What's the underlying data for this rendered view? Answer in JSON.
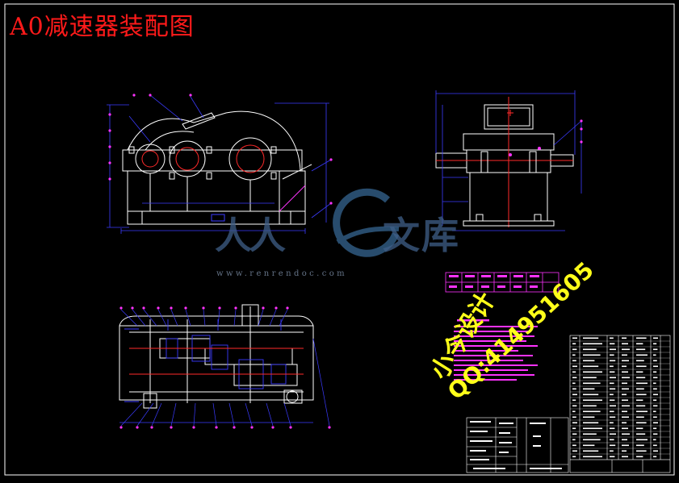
{
  "title": "A0减速器装配图",
  "watermark": {
    "left_chars": "人人",
    "right_chars": "文库",
    "site": "www.renrendoc.com"
  },
  "yellow_watermark": {
    "line1": "小今设计",
    "line2": "QQ:414951605"
  },
  "colors": {
    "background": "#000000",
    "border": "#ffffff",
    "title": "#ff1a1a",
    "drawing_primary": "#ffffff",
    "drawing_blue": "#3b3bff",
    "drawing_magenta": "#ff33ff",
    "drawing_red": "#ff2a2a",
    "watermark_yellow": "#ffff1a"
  }
}
